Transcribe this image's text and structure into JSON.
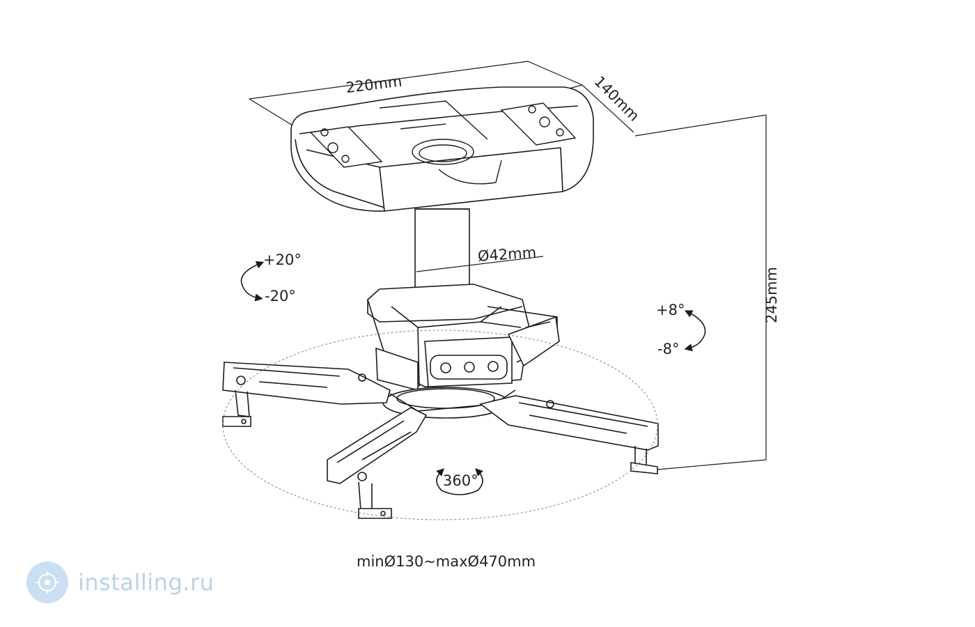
{
  "labels": {
    "width": "220mm",
    "depth": "140mm",
    "height": "245mm",
    "pole_diameter": "Ø42mm",
    "tilt_plus": "+20°",
    "tilt_minus": "-20°",
    "swivel_plus": "+8°",
    "swivel_minus": "-8°",
    "rotation": "360°",
    "range": "minØ130~maxØ470mm"
  },
  "watermark": {
    "text": "installing.ru",
    "color": "#7fb0d8"
  },
  "colors": {
    "line": "#1a1a1a",
    "dashed": "#8a8a8a"
  }
}
